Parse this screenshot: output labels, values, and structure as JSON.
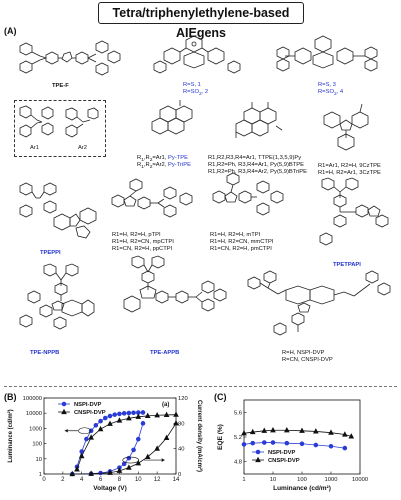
{
  "title": "Tetra/triphenylethylene-based AIEgens",
  "panel_a": {
    "label": "(A)",
    "tpe_f": "TPE-F",
    "r_s_1_a": "R=S, 1",
    "r_so2_2_a": "R=SO",
    "r_so2_2_b": "2",
    "r_so2_2_c": ", 2",
    "r_s_3": "R=S, 3",
    "r_so2_4_a": "R=SO",
    "r_so2_4_b": "2",
    "r_so2_4_c": ", 4",
    "ar1": "Ar1",
    "ar2": "Ar2",
    "py_line1_a": "R",
    "py_line1_b": "1",
    "py_line1_c": ",R",
    "py_line1_d": "2",
    "py_line1_e": "=Ar1, ",
    "py_line1_f": "Py-TPE",
    "py_line2_e": "=Ar2, ",
    "py_line2_f": "Py-TriPE",
    "ttpe_line1": "R1,R2,R3,R4=Ar1, TTPE(1,3,5,9)Py",
    "ttpe_line2": "R1,R2=Ph, R3,R4=Ar1, Py(5,9)BTPE",
    "ttpe_line3": "R1,R2=Ph, R3,R4=Ar2, Py(5,9)BTriPE",
    "cz_line1": "R1=Ar1, R2=H, 9CzTPE",
    "cz_line2": "R1=H, R2=Ar1, 3CzTPE",
    "tpeppi": "TPEPPI",
    "pti_line1": "R1=H, R2=H, pTPI",
    "pti_line2": "R1=H, R2=CN, mpCTPI",
    "pti_line3": "R1=CN, R2=H, ppCTPI",
    "mti_line1": "R1=H, R2=H, mTPI",
    "mti_line2": "R1=H, R2=CN, mmCTPI",
    "mti_line3": "R1=CN, R2=H, pmCTPI",
    "tpetpapi": "TPETPAPI",
    "tpe_nppb": "TPE-NPPB",
    "tpe_appb": "TPE-APPB",
    "nspi_line": "R=H, NSPI-DVP",
    "cnspi_line": "R=CN, CNSPI-DVP"
  },
  "panel_b": {
    "label": "(B)",
    "inner_label": "(a)",
    "legend": [
      "NSPI-DVP",
      "CNSPI-DVP"
    ]
  },
  "panel_c": {
    "label": "(C)"
  },
  "chart_data": [
    {
      "type": "line",
      "panel": "B",
      "xlabel": "Voltage (V)",
      "ylabel": "Luminance (cd/m²)",
      "y2label": "Current density (mA/cm²)",
      "xlim": [
        0,
        14
      ],
      "ylim": [
        1,
        100000
      ],
      "yscale": "log",
      "y2lim": [
        0,
        120
      ],
      "xticks": [
        0,
        2,
        4,
        6,
        8,
        10,
        12,
        14
      ],
      "yticks": [
        "1",
        "10",
        "100",
        "1000",
        "10000",
        "100000"
      ],
      "y2ticks": [
        0,
        40,
        80,
        120
      ],
      "series": [
        {
          "name": "NSPI-DVP",
          "axis": "left",
          "marker": "circle",
          "color": "#2a3bd6",
          "x": [
            3.5,
            4,
            4.5,
            5,
            5.5,
            6,
            6.5,
            7,
            7.5,
            8,
            8.5,
            9,
            9.5,
            10,
            10.5
          ],
          "y": [
            3,
            30,
            200,
            700,
            1600,
            3000,
            4800,
            6500,
            8000,
            9000,
            9800,
            10300,
            10700,
            11000,
            11200
          ]
        },
        {
          "name": "CNSPI-DVP",
          "axis": "left",
          "marker": "triangle",
          "color": "#111111",
          "x": [
            3.5,
            4,
            5,
            6,
            7,
            8,
            9,
            10,
            11,
            12,
            13,
            14
          ],
          "y": [
            2,
            15,
            250,
            900,
            2000,
            3300,
            4600,
            5800,
            6700,
            7300,
            7700,
            8000
          ]
        },
        {
          "name": "NSPI-DVP",
          "axis": "right",
          "marker": "circle",
          "color": "#2a3bd6",
          "x": [
            3,
            5,
            6,
            7,
            8,
            8.5,
            9,
            9.5,
            10,
            10.5
          ],
          "y": [
            0,
            0.5,
            1.5,
            4,
            10,
            16,
            25,
            38,
            55,
            80
          ]
        },
        {
          "name": "CNSPI-DVP",
          "axis": "right",
          "marker": "triangle",
          "color": "#111111",
          "x": [
            3,
            5,
            7,
            8,
            9,
            10,
            11,
            12,
            13,
            14
          ],
          "y": [
            0,
            0.3,
            2,
            5,
            10,
            17,
            27,
            40,
            57,
            80
          ]
        }
      ]
    },
    {
      "type": "line",
      "panel": "C",
      "xlabel": "Luminance (cd/m²)",
      "ylabel": "EQE (%)",
      "xscale": "log",
      "xlim": [
        1,
        10000
      ],
      "ylim": [
        4.6,
        5.8
      ],
      "xticks": [
        "1",
        "10",
        "100",
        "1000",
        "10000"
      ],
      "yticks": [
        "4.8",
        "5.2",
        "5.6"
      ],
      "series": [
        {
          "name": "NSPI-DVP",
          "marker": "circle",
          "color": "#2a3bd6",
          "x": [
            1,
            2,
            5,
            10,
            30,
            100,
            300,
            1000,
            3000
          ],
          "y": [
            5.08,
            5.1,
            5.11,
            5.11,
            5.1,
            5.09,
            5.07,
            5.05,
            5.02
          ]
        },
        {
          "name": "CNSPI-DVP",
          "marker": "triangle",
          "color": "#111111",
          "x": [
            1,
            2,
            5,
            10,
            30,
            100,
            300,
            1000,
            3000,
            5000
          ],
          "y": [
            5.26,
            5.28,
            5.3,
            5.31,
            5.31,
            5.3,
            5.29,
            5.27,
            5.24,
            5.21
          ]
        }
      ]
    }
  ]
}
